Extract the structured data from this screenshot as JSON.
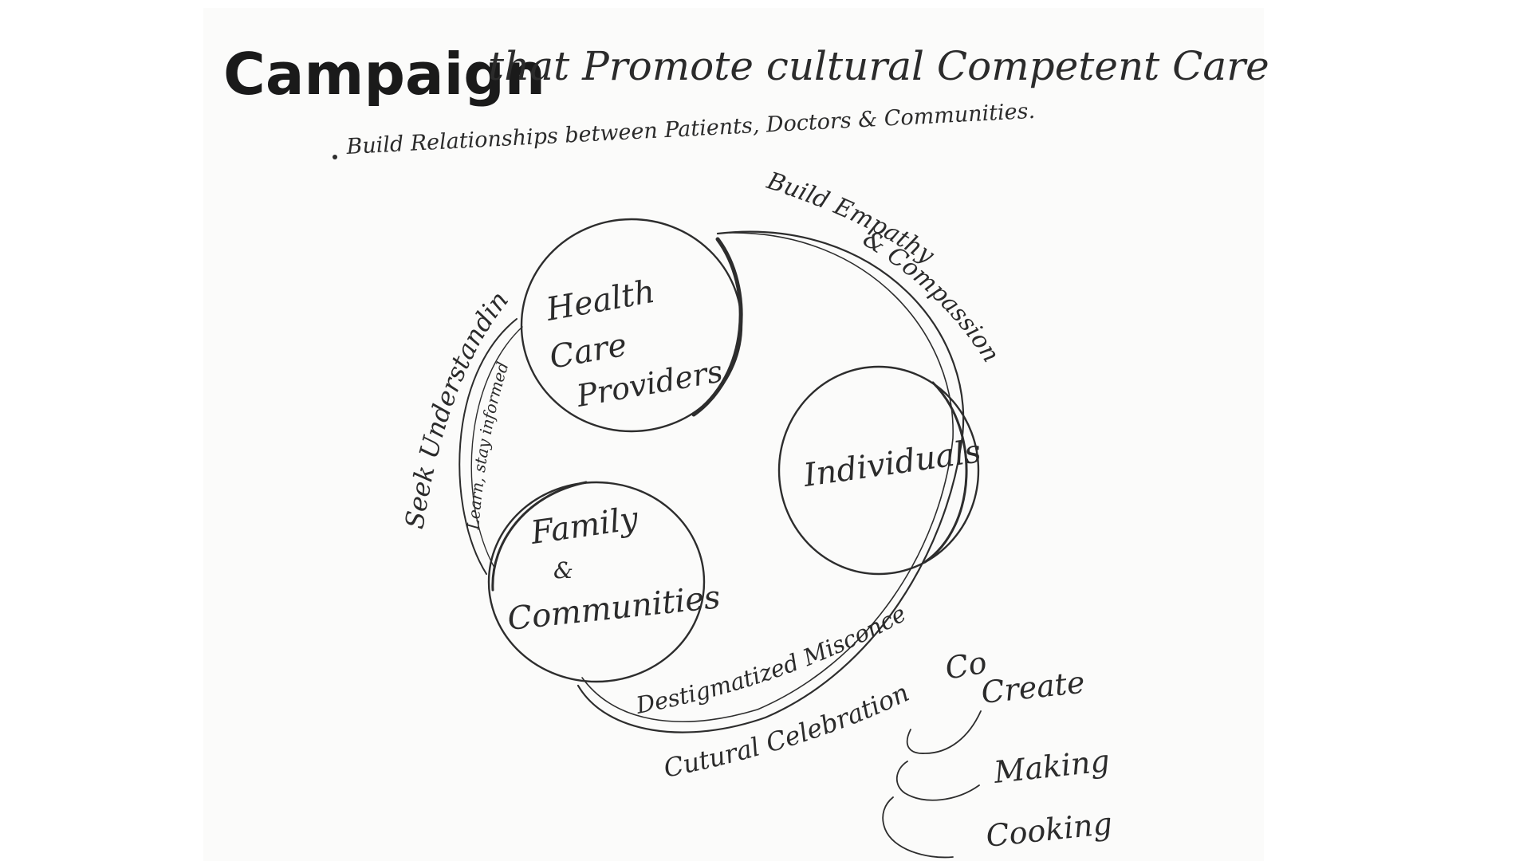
{
  "title": {
    "bold_part": "Campaign",
    "rest": "that Promote cultural Competent Care"
  },
  "subtitle": "Build Relationships between Patients, Doctors & Communities.",
  "nodes": {
    "health_care_providers": [
      "Health",
      "Care",
      "Providers"
    ],
    "individuals": [
      "Individuals"
    ],
    "family_communities": [
      "Family",
      "&",
      "Communities"
    ]
  },
  "arcs": {
    "build_empathy_line1": "Build Empathy",
    "build_empathy_line2": "& Compassion",
    "seek_understanding": "Seek Understanding",
    "learn_stay_informed": "Learn, stay informed",
    "destigmatized": "Destigmatized Misconceptions",
    "cultural_celebration": "Cutural Celebration"
  },
  "activities": {
    "co_create_prefix": "Co",
    "co_create": "Create",
    "making": "Making",
    "cooking": "Cooking"
  }
}
